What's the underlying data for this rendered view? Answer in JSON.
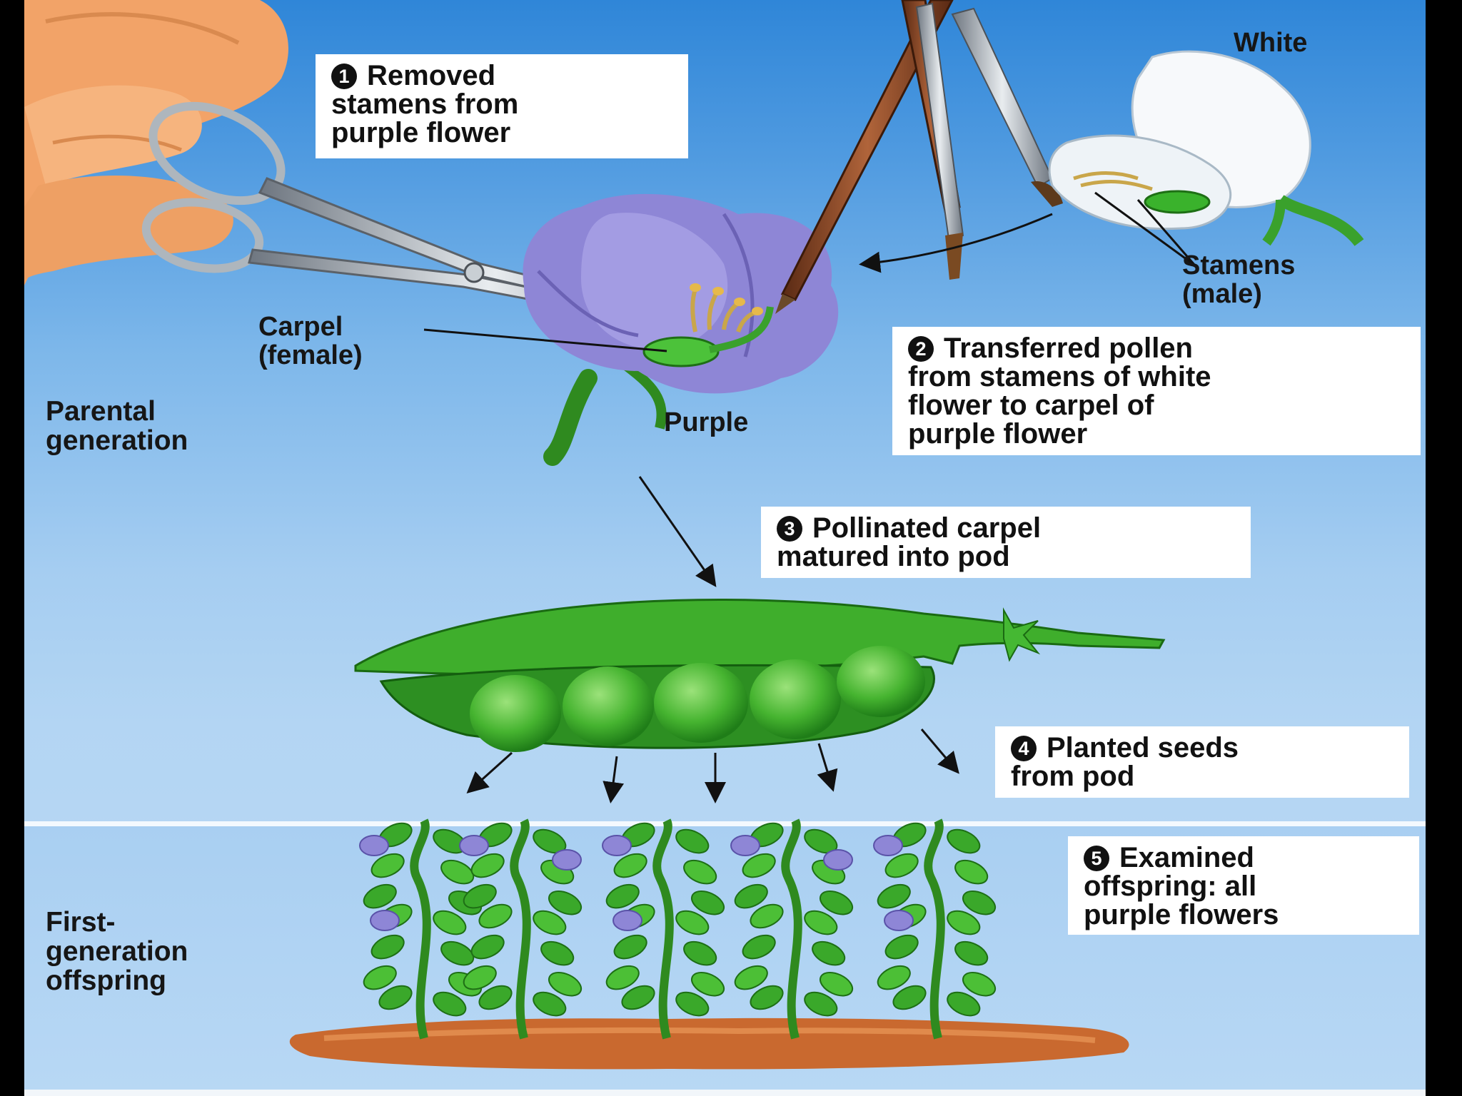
{
  "steps": [
    {
      "num": "1",
      "lines": [
        "Removed",
        "stamens from",
        "purple flower"
      ]
    },
    {
      "num": "2",
      "lines": [
        "Transferred pollen",
        "from stamens of white",
        "flower to carpel of",
        "purple flower"
      ]
    },
    {
      "num": "3",
      "lines": [
        "Pollinated carpel",
        "matured into pod"
      ]
    },
    {
      "num": "4",
      "lines": [
        "Planted seeds",
        "from pod"
      ]
    },
    {
      "num": "5",
      "lines": [
        "Examined",
        "offspring: all",
        "purple flowers"
      ]
    }
  ],
  "labels": {
    "white": "White",
    "stamens": [
      "Stamens",
      "(male)"
    ],
    "carpel": [
      "Carpel",
      "(female)"
    ],
    "purple": "Purple"
  },
  "generations": {
    "parental": [
      "Parental",
      "generation"
    ],
    "offspring": [
      "First-",
      "generation",
      "offspring"
    ]
  },
  "colors": {
    "sky_top": "#2f86d8",
    "sky_bottom": "#bcdaf4",
    "purple_flower": "#8e86d6",
    "pea_green": "#3fae2c",
    "soil": "#c9692f"
  }
}
